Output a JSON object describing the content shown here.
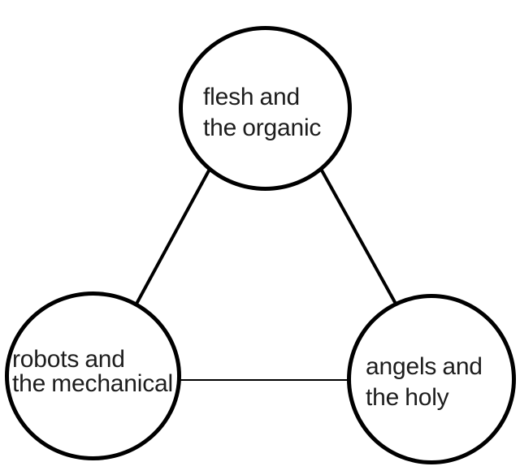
{
  "diagram": {
    "type": "concept-triangle",
    "colors": {
      "background": "#ffffff",
      "stroke": "#000000",
      "text": "#1d1d1d"
    },
    "nodes": [
      {
        "id": "flesh-organic",
        "line1": "flesh and",
        "line2": "the organic"
      },
      {
        "id": "robots-mechanical",
        "line1": "robots and",
        "line2": "the mechanical"
      },
      {
        "id": "angels-holy",
        "line1": "angels and",
        "line2": "the holy"
      }
    ],
    "edges": [
      {
        "from": "flesh-organic",
        "to": "robots-mechanical"
      },
      {
        "from": "flesh-organic",
        "to": "angels-holy"
      },
      {
        "from": "robots-mechanical",
        "to": "angels-holy"
      }
    ]
  }
}
